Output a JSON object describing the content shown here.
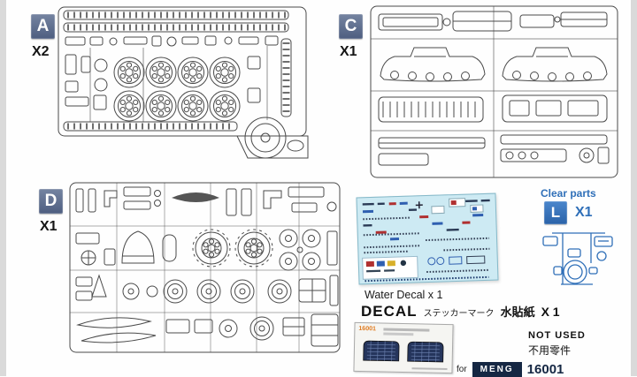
{
  "sprues": {
    "a": {
      "letter": "A",
      "count": "X2"
    },
    "c": {
      "letter": "C",
      "count": "X1"
    },
    "d": {
      "letter": "D",
      "count": "X1"
    }
  },
  "clear_parts": {
    "title": "Clear parts",
    "letter": "L",
    "count": "X1"
  },
  "decal_section": {
    "water_line": "Water Decal  x 1",
    "decal_word": "DECAL",
    "jp": "ステッカーマーク",
    "cn": "水貼紙",
    "count": "X 1"
  },
  "not_used": {
    "line1": "NOT USED",
    "line2": "不用零件"
  },
  "pe_card": {
    "code": "16001"
  },
  "footer": {
    "for_text": "for",
    "brand": "MENG",
    "kit_no": "16001"
  },
  "colors": {
    "tile_slate": "#56688c",
    "accent_blue": "#2f6fb8",
    "line_gray": "#474747",
    "decal_bg": "#cdeaf3",
    "pe_navy": "#25355c"
  }
}
